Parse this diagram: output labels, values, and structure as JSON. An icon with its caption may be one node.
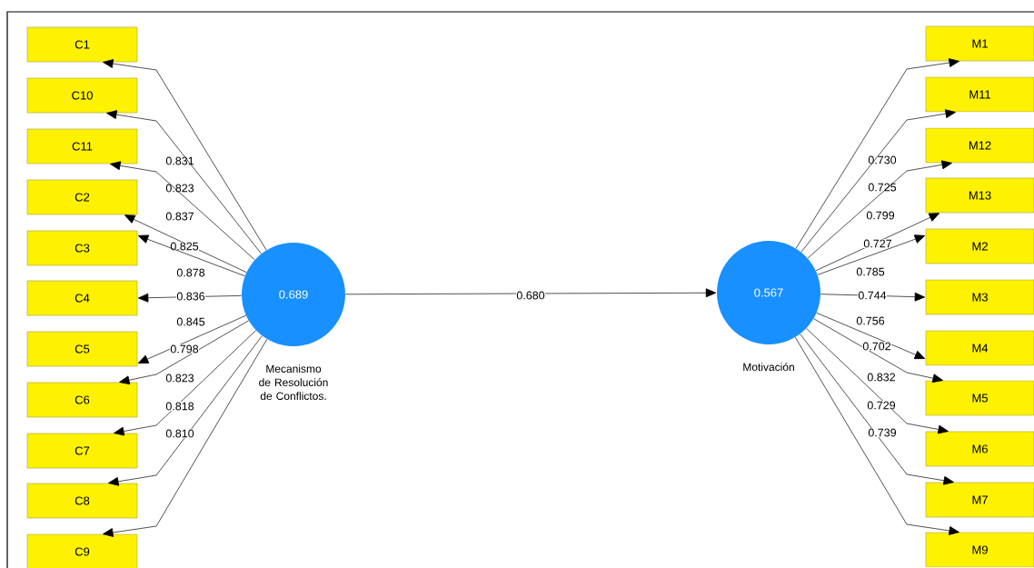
{
  "diagram": {
    "nodes": [
      {
        "text": [
          "C1"
        ]
      },
      {
        "text": [
          "C10"
        ]
      },
      {
        "text": [
          "C11"
        ]
      },
      {
        "text": [
          "C2"
        ]
      },
      {
        "text": [
          "C3"
        ]
      },
      {
        "text": [
          "C4"
        ]
      },
      {
        "text": [
          "C5"
        ]
      },
      {
        "text": [
          "C6"
        ]
      },
      {
        "text": [
          "C7"
        ]
      },
      {
        "text": [
          "C8"
        ]
      },
      {
        "text": [
          "C9"
        ]
      },
      {
        "text": [
          "0.689"
        ],
        "beside": [
          "Mecanismo de Resolución de Conflictos."
        ]
      },
      {
        "text": [
          "0.567"
        ],
        "beside": [
          "Motivación"
        ]
      },
      {
        "text": [
          "M1"
        ]
      },
      {
        "text": [
          "M11"
        ]
      },
      {
        "text": [
          "M12"
        ]
      },
      {
        "text": [
          "M13"
        ]
      },
      {
        "text": [
          "M2"
        ]
      },
      {
        "text": [
          "M3"
        ]
      },
      {
        "text": [
          "M4"
        ]
      },
      {
        "text": [
          "M5"
        ]
      },
      {
        "text": [
          "M6"
        ]
      },
      {
        "text": [
          "M7"
        ]
      },
      {
        "text": [
          "M9"
        ]
      }
    ],
    "edges": [
      {
        "from": 11,
        "to": 0,
        "arrow": "to",
        "label": "0.831"
      },
      {
        "from": 11,
        "to": 1,
        "arrow": "to",
        "label": "0.823"
      },
      {
        "from": 11,
        "to": 2,
        "arrow": "to",
        "label": "0.837"
      },
      {
        "from": 11,
        "to": 3,
        "arrow": "to",
        "label": "0.825"
      },
      {
        "from": 11,
        "to": 4,
        "arrow": "to",
        "label": "0.878"
      },
      {
        "from": 11,
        "to": 5,
        "arrow": "to",
        "label": "0.836"
      },
      {
        "from": 11,
        "to": 6,
        "arrow": "to",
        "label": "0.845"
      },
      {
        "from": 11,
        "to": 7,
        "arrow": "to",
        "label": "0.798"
      },
      {
        "from": 11,
        "to": 8,
        "arrow": "to",
        "label": "0.823"
      },
      {
        "from": 11,
        "to": 9,
        "arrow": "to",
        "label": "0.818"
      },
      {
        "from": 11,
        "to": 10,
        "arrow": "to",
        "label": "0.810"
      },
      {
        "from": 11,
        "to": 12,
        "arrow": "to",
        "label": "0.680"
      },
      {
        "from": 12,
        "to": 13,
        "arrow": "to",
        "label": "0.730"
      },
      {
        "from": 12,
        "to": 14,
        "arrow": "to",
        "label": "0.725"
      },
      {
        "from": 12,
        "to": 15,
        "arrow": "to",
        "label": "0.799"
      },
      {
        "from": 12,
        "to": 16,
        "arrow": "to",
        "label": "0.727"
      },
      {
        "from": 12,
        "to": 17,
        "arrow": "to",
        "label": "0.785"
      },
      {
        "from": 12,
        "to": 18,
        "arrow": "to",
        "label": "0.744"
      },
      {
        "from": 12,
        "to": 19,
        "arrow": "to",
        "label": "0.756"
      },
      {
        "from": 12,
        "to": 20,
        "arrow": "to",
        "label": "0.702"
      },
      {
        "from": 12,
        "to": 21,
        "arrow": "to",
        "label": "0.832"
      },
      {
        "from": 12,
        "to": 22,
        "arrow": "to",
        "label": "0.729"
      },
      {
        "from": 12,
        "to": 23,
        "arrow": "to",
        "label": "0.739"
      }
    ]
  }
}
